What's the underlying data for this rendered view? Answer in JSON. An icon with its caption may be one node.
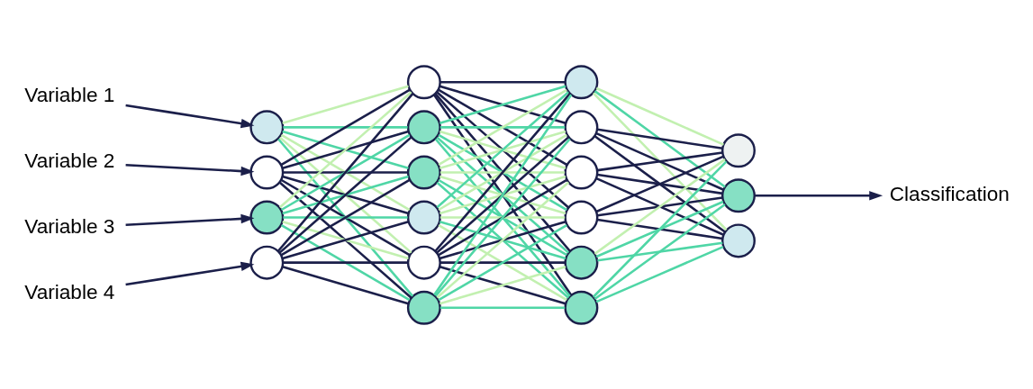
{
  "diagram": {
    "nodes": [
      {
        "text": [
          "Variable 1"
        ]
      },
      {
        "text": [
          "Variable 2"
        ]
      },
      {
        "text": [
          "Variable 3"
        ]
      },
      {
        "text": [
          "Variable 4"
        ]
      },
      {
        "text": [],
        "shape": "circle"
      },
      {
        "text": [],
        "shape": "circle"
      },
      {
        "text": [],
        "shape": "circle"
      },
      {
        "text": [],
        "shape": "circle"
      },
      {
        "text": [],
        "shape": "circle"
      },
      {
        "text": [],
        "shape": "circle"
      },
      {
        "text": [],
        "shape": "circle"
      },
      {
        "text": [],
        "shape": "circle"
      },
      {
        "text": [],
        "shape": "circle"
      },
      {
        "text": [],
        "shape": "circle"
      },
      {
        "text": [],
        "shape": "circle"
      },
      {
        "text": [],
        "shape": "circle"
      },
      {
        "text": [],
        "shape": "circle"
      },
      {
        "text": [],
        "shape": "circle"
      },
      {
        "text": [],
        "shape": "circle"
      },
      {
        "text": [],
        "shape": "circle"
      },
      {
        "text": [],
        "shape": "circle"
      },
      {
        "text": [],
        "shape": "circle"
      },
      {
        "text": [],
        "shape": "circle"
      },
      {
        "text": [
          "Classification"
        ]
      }
    ],
    "edges": [
      {
        "from": 0,
        "to": 4,
        "arrow": "to"
      },
      {
        "from": 1,
        "to": 5,
        "arrow": "to"
      },
      {
        "from": 2,
        "to": 6,
        "arrow": "to"
      },
      {
        "from": 3,
        "to": 7,
        "arrow": "to"
      },
      {
        "from": 4,
        "to": 8,
        "arrow": "none",
        "color": "#c2f0b0"
      },
      {
        "from": 4,
        "to": 9,
        "arrow": "none",
        "color": "#4fd6a6"
      },
      {
        "from": 4,
        "to": 10,
        "arrow": "none",
        "color": "#4fd6a6"
      },
      {
        "from": 4,
        "to": 11,
        "arrow": "none",
        "color": "#c2f0b0"
      },
      {
        "from": 4,
        "to": 12,
        "arrow": "none",
        "color": "#c2f0b0"
      },
      {
        "from": 4,
        "to": 13,
        "arrow": "none",
        "color": "#4fd6a6"
      },
      {
        "from": 5,
        "to": 8,
        "arrow": "none"
      },
      {
        "from": 5,
        "to": 9,
        "arrow": "none"
      },
      {
        "from": 5,
        "to": 10,
        "arrow": "none"
      },
      {
        "from": 5,
        "to": 11,
        "arrow": "none"
      },
      {
        "from": 5,
        "to": 12,
        "arrow": "none"
      },
      {
        "from": 5,
        "to": 13,
        "arrow": "none"
      },
      {
        "from": 6,
        "to": 8,
        "arrow": "none",
        "color": "#c2f0b0"
      },
      {
        "from": 6,
        "to": 9,
        "arrow": "none",
        "color": "#4fd6a6"
      },
      {
        "from": 6,
        "to": 10,
        "arrow": "none",
        "color": "#4fd6a6"
      },
      {
        "from": 6,
        "to": 11,
        "arrow": "none",
        "color": "#4fd6a6"
      },
      {
        "from": 6,
        "to": 12,
        "arrow": "none",
        "color": "#c2f0b0"
      },
      {
        "from": 6,
        "to": 13,
        "arrow": "none",
        "color": "#4fd6a6"
      },
      {
        "from": 7,
        "to": 8,
        "arrow": "none"
      },
      {
        "from": 7,
        "to": 9,
        "arrow": "none"
      },
      {
        "from": 7,
        "to": 10,
        "arrow": "none"
      },
      {
        "from": 7,
        "to": 11,
        "arrow": "none"
      },
      {
        "from": 7,
        "to": 12,
        "arrow": "none"
      },
      {
        "from": 7,
        "to": 13,
        "arrow": "none"
      },
      {
        "from": 8,
        "to": 14,
        "arrow": "none"
      },
      {
        "from": 8,
        "to": 15,
        "arrow": "none"
      },
      {
        "from": 8,
        "to": 16,
        "arrow": "none"
      },
      {
        "from": 8,
        "to": 17,
        "arrow": "none"
      },
      {
        "from": 8,
        "to": 18,
        "arrow": "none"
      },
      {
        "from": 8,
        "to": 19,
        "arrow": "none"
      },
      {
        "from": 9,
        "to": 14,
        "arrow": "none",
        "color": "#4fd6a6"
      },
      {
        "from": 9,
        "to": 15,
        "arrow": "none",
        "color": "#4fd6a6"
      },
      {
        "from": 9,
        "to": 16,
        "arrow": "none",
        "color": "#c2f0b0"
      },
      {
        "from": 9,
        "to": 17,
        "arrow": "none",
        "color": "#4fd6a6"
      },
      {
        "from": 9,
        "to": 18,
        "arrow": "none",
        "color": "#4fd6a6"
      },
      {
        "from": 9,
        "to": 19,
        "arrow": "none",
        "color": "#4fd6a6"
      },
      {
        "from": 10,
        "to": 14,
        "arrow": "none",
        "color": "#c2f0b0"
      },
      {
        "from": 10,
        "to": 15,
        "arrow": "none",
        "color": "#c2f0b0"
      },
      {
        "from": 10,
        "to": 16,
        "arrow": "none",
        "color": "#c2f0b0"
      },
      {
        "from": 10,
        "to": 17,
        "arrow": "none",
        "color": "#c2f0b0"
      },
      {
        "from": 10,
        "to": 18,
        "arrow": "none",
        "color": "#4fd6a6"
      },
      {
        "from": 10,
        "to": 19,
        "arrow": "none",
        "color": "#4fd6a6"
      },
      {
        "from": 11,
        "to": 14,
        "arrow": "none",
        "color": "#4fd6a6"
      },
      {
        "from": 11,
        "to": 15,
        "arrow": "none",
        "color": "#c2f0b0"
      },
      {
        "from": 11,
        "to": 16,
        "arrow": "none",
        "color": "#c2f0b0"
      },
      {
        "from": 11,
        "to": 17,
        "arrow": "none",
        "color": "#c2f0b0"
      },
      {
        "from": 11,
        "to": 18,
        "arrow": "none",
        "color": "#4fd6a6"
      },
      {
        "from": 11,
        "to": 19,
        "arrow": "none",
        "color": "#c2f0b0"
      },
      {
        "from": 12,
        "to": 14,
        "arrow": "none"
      },
      {
        "from": 12,
        "to": 15,
        "arrow": "none"
      },
      {
        "from": 12,
        "to": 16,
        "arrow": "none"
      },
      {
        "from": 12,
        "to": 17,
        "arrow": "none"
      },
      {
        "from": 12,
        "to": 18,
        "arrow": "none"
      },
      {
        "from": 12,
        "to": 19,
        "arrow": "none"
      },
      {
        "from": 13,
        "to": 14,
        "arrow": "none",
        "color": "#4fd6a6"
      },
      {
        "from": 13,
        "to": 15,
        "arrow": "none",
        "color": "#4fd6a6"
      },
      {
        "from": 13,
        "to": 16,
        "arrow": "none",
        "color": "#c2f0b0"
      },
      {
        "from": 13,
        "to": 17,
        "arrow": "none",
        "color": "#4fd6a6"
      },
      {
        "from": 13,
        "to": 18,
        "arrow": "none",
        "color": "#c2f0b0"
      },
      {
        "from": 13,
        "to": 19,
        "arrow": "none",
        "color": "#4fd6a6"
      },
      {
        "from": 14,
        "to": 20,
        "arrow": "none",
        "color": "#c2f0b0"
      },
      {
        "from": 14,
        "to": 21,
        "arrow": "none",
        "color": "#4fd6a6"
      },
      {
        "from": 14,
        "to": 22,
        "arrow": "none",
        "color": "#c2f0b0"
      },
      {
        "from": 15,
        "to": 20,
        "arrow": "none"
      },
      {
        "from": 15,
        "to": 21,
        "arrow": "none"
      },
      {
        "from": 15,
        "to": 22,
        "arrow": "none"
      },
      {
        "from": 16,
        "to": 20,
        "arrow": "none"
      },
      {
        "from": 16,
        "to": 21,
        "arrow": "none"
      },
      {
        "from": 16,
        "to": 22,
        "arrow": "none"
      },
      {
        "from": 17,
        "to": 20,
        "arrow": "none"
      },
      {
        "from": 17,
        "to": 21,
        "arrow": "none"
      },
      {
        "from": 17,
        "to": 22,
        "arrow": "none"
      },
      {
        "from": 18,
        "to": 20,
        "arrow": "none",
        "color": "#c2f0b0"
      },
      {
        "from": 18,
        "to": 21,
        "arrow": "none",
        "color": "#4fd6a6"
      },
      {
        "from": 18,
        "to": 22,
        "arrow": "none",
        "color": "#4fd6a6"
      },
      {
        "from": 19,
        "to": 20,
        "arrow": "none",
        "color": "#4fd6a6"
      },
      {
        "from": 19,
        "to": 21,
        "arrow": "none",
        "color": "#4fd6a6"
      },
      {
        "from": 19,
        "to": 22,
        "arrow": "none",
        "color": "#4fd6a6"
      },
      {
        "from": 21,
        "to": 23,
        "arrow": "to"
      }
    ]
  }
}
